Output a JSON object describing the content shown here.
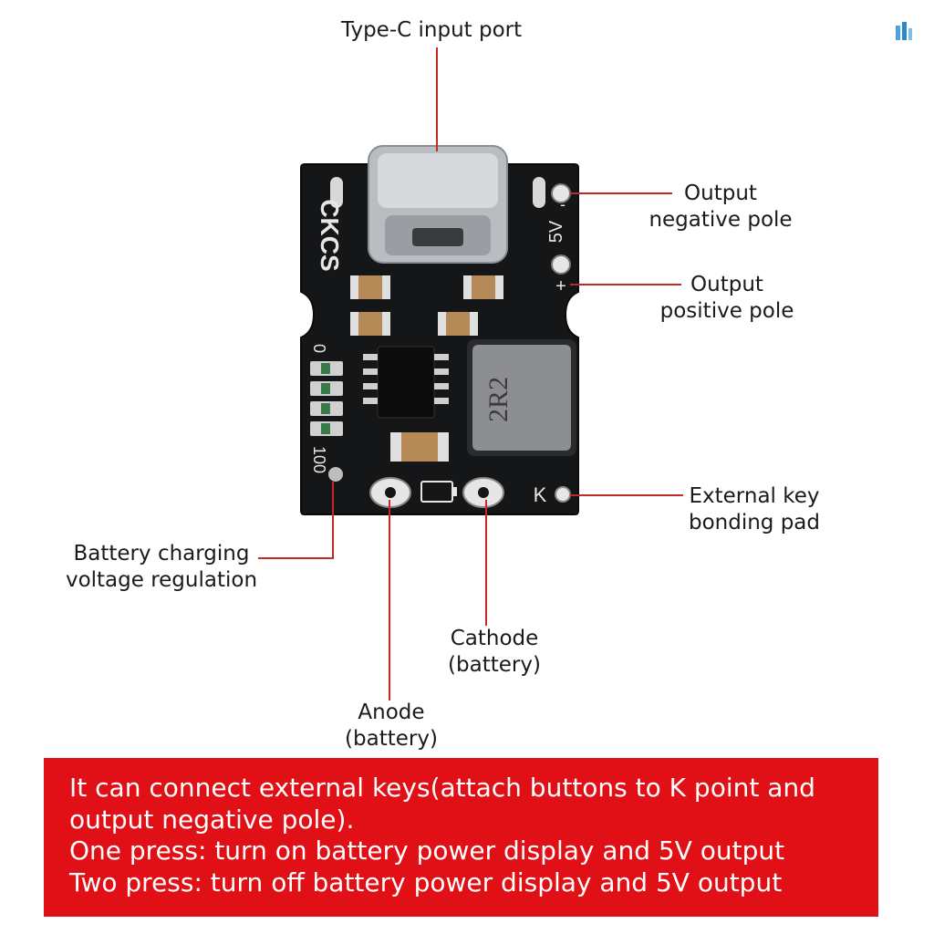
{
  "labels": {
    "type_c": "Type-C input port",
    "out_neg_1": "Output",
    "out_neg_2": "negative pole",
    "out_pos_1": "Output",
    "out_pos_2": "positive pole",
    "ext_key_1": "External key",
    "ext_key_2": "bonding pad",
    "batt_reg_1": "Battery charging",
    "batt_reg_2": "voltage regulation",
    "cathode_1": "Cathode",
    "cathode_2": "(battery)",
    "anode_1": "Anode",
    "anode_2": "(battery)"
  },
  "board": {
    "brand": "CKCS",
    "inductor_marking": "2R2",
    "voltage_mark": "5V",
    "plus_mark": "+",
    "minus_mark": "-",
    "key_mark": "K",
    "scale_top": "0",
    "scale_bottom": "100"
  },
  "notes": [
    "It can connect external keys(attach buttons to K point and",
    "output negative pole).",
    "One press: turn on battery power display and 5V output",
    "Two press: turn off battery power display and 5V output"
  ],
  "colors": {
    "accent": "#e10f16",
    "leader": "#c62828",
    "pcb": "#151618"
  }
}
